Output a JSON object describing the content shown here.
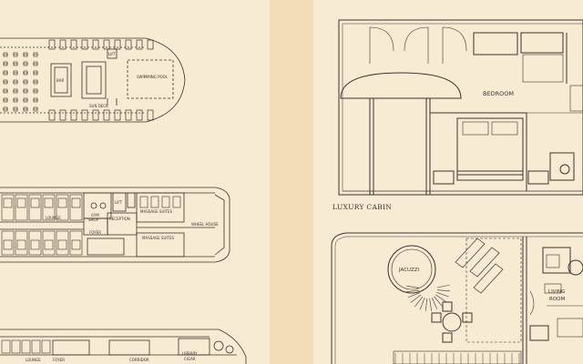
{
  "colors": {
    "page": "#f7ebd3",
    "separator": "#f2dcb5",
    "ink": "#3a342c"
  },
  "deck_plans": {
    "sun_deck": {
      "bar": "BAR",
      "swimming_pool": "SWIMMING POOL",
      "sun_deck": "SUN DECK",
      "lift": "LIFT"
    },
    "upper_deck": {
      "lounge": "LOUNGE",
      "gym": "GYM",
      "lift": "LIFT",
      "shop": "SHOP",
      "reception": "RECEPTION",
      "foyer": "FOYER",
      "massage_suites_1": "MASSAGE SUITES",
      "massage_suites_2": "MASSAGE SUITES",
      "wheel_house": "WHEEL HOUSE"
    },
    "main_deck": {
      "foyer": "FOYER",
      "corridor": "CORRIDOR",
      "library": "LIBRARY",
      "cigar": "CIGAR",
      "lounge": "LOUNGE"
    }
  },
  "luxury_cabin": {
    "bedroom_label": "BEDROOM",
    "caption": "LUXURY CABIN"
  },
  "suite": {
    "jacuzzi_label": "JACUZZI",
    "living_room_line1": "LIVING",
    "living_room_line2": "ROOM"
  }
}
